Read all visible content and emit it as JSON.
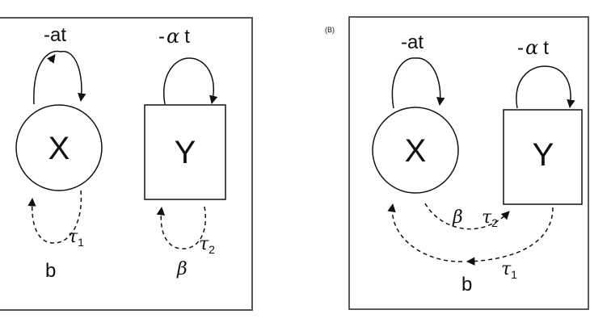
{
  "panels": [
    {
      "tag": "",
      "node_x": "X",
      "node_y": "Y",
      "loop_x": "-at",
      "loop_y_prefix": "-",
      "loop_y_greek": "α",
      "loop_y_suffix": "t",
      "fb_x_left": "b",
      "fb_x_tau": "τ",
      "fb_x_tau_sub": "1",
      "fb_y_left": "β",
      "fb_y_tau": "τ",
      "fb_y_tau_sub": "2"
    },
    {
      "tag": "(B)",
      "node_x": "X",
      "node_y": "Y",
      "loop_x": "-at",
      "loop_y_prefix": "-",
      "loop_y_greek": "α",
      "loop_y_suffix": "t",
      "cross_y_to_x_beta": "β",
      "cross_y_to_x_tau": "τ",
      "cross_y_to_x_tau_sub": "2",
      "cross_outer_b": "b",
      "cross_outer_tau": "τ",
      "cross_outer_tau_sub": "1"
    }
  ]
}
